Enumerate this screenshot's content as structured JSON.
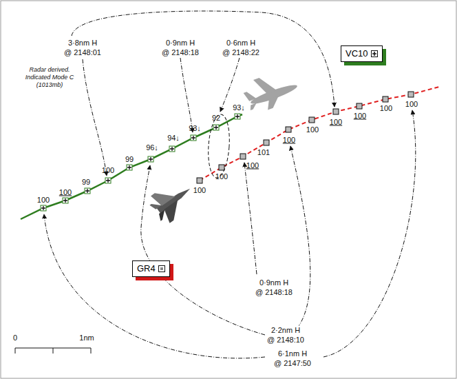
{
  "diagram": {
    "nodes": [
      {
        "text": [
          "VC10"
        ]
      },
      {
        "text": [
          "GR4"
        ]
      }
    ],
    "labels": [
      "Radar derived. Indicated Mode C (1013mb)",
      "3·8nm H",
      "@ 2148:01",
      "0·9nm H",
      "@ 2148:18",
      "0·6nm H",
      "@ 2148:22",
      "100",
      "100",
      "99",
      "100",
      "99",
      "96↓",
      "94↓",
      "93↓",
      "92",
      "93↓",
      "100",
      "100",
      "100",
      "101",
      "100",
      "100",
      "100",
      "100",
      "100",
      "100",
      "0·9nm H",
      "@ 2148:18",
      "2·2nm H",
      "@ 2148:10",
      "6·1nm H",
      "@ 2147:50",
      "0",
      "1nm"
    ]
  }
}
